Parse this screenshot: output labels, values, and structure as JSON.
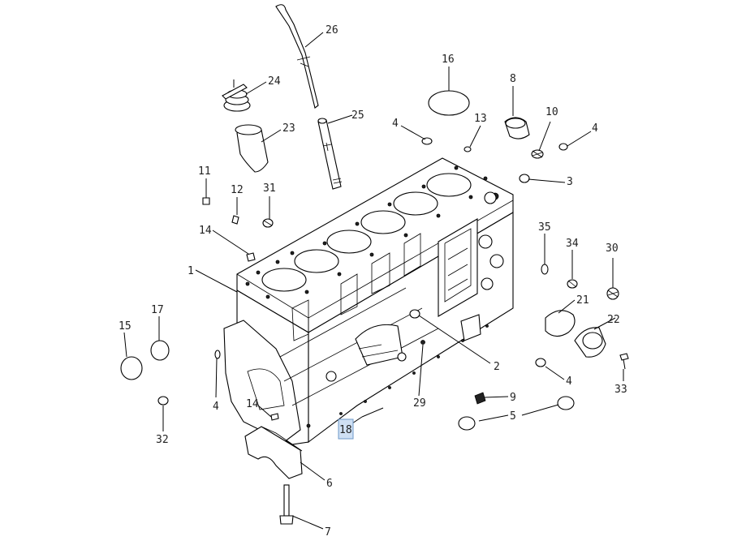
{
  "callouts": {
    "c1": "1",
    "c2": "2",
    "c3": "3",
    "c4a": "4",
    "c4b": "4",
    "c4c": "4",
    "c4d": "4",
    "c5": "5",
    "c6": "6",
    "c7": "7",
    "c8": "8",
    "c9": "9",
    "c10": "10",
    "c11": "11",
    "c12": "12",
    "c13": "13",
    "c14a": "14",
    "c14b": "14",
    "c15": "15",
    "c16": "16",
    "c17": "17",
    "c18": "18",
    "c21": "21",
    "c22": "22",
    "c23": "23",
    "c24": "24",
    "c25": "25",
    "c26": "26",
    "c29": "29",
    "c30": "30",
    "c31": "31",
    "c32": "32",
    "c33": "33",
    "c34": "34",
    "c35": "35"
  },
  "colors": {
    "line": "#000000",
    "highlight": "#cfe0f4",
    "highlight_border": "#6d98c8"
  }
}
